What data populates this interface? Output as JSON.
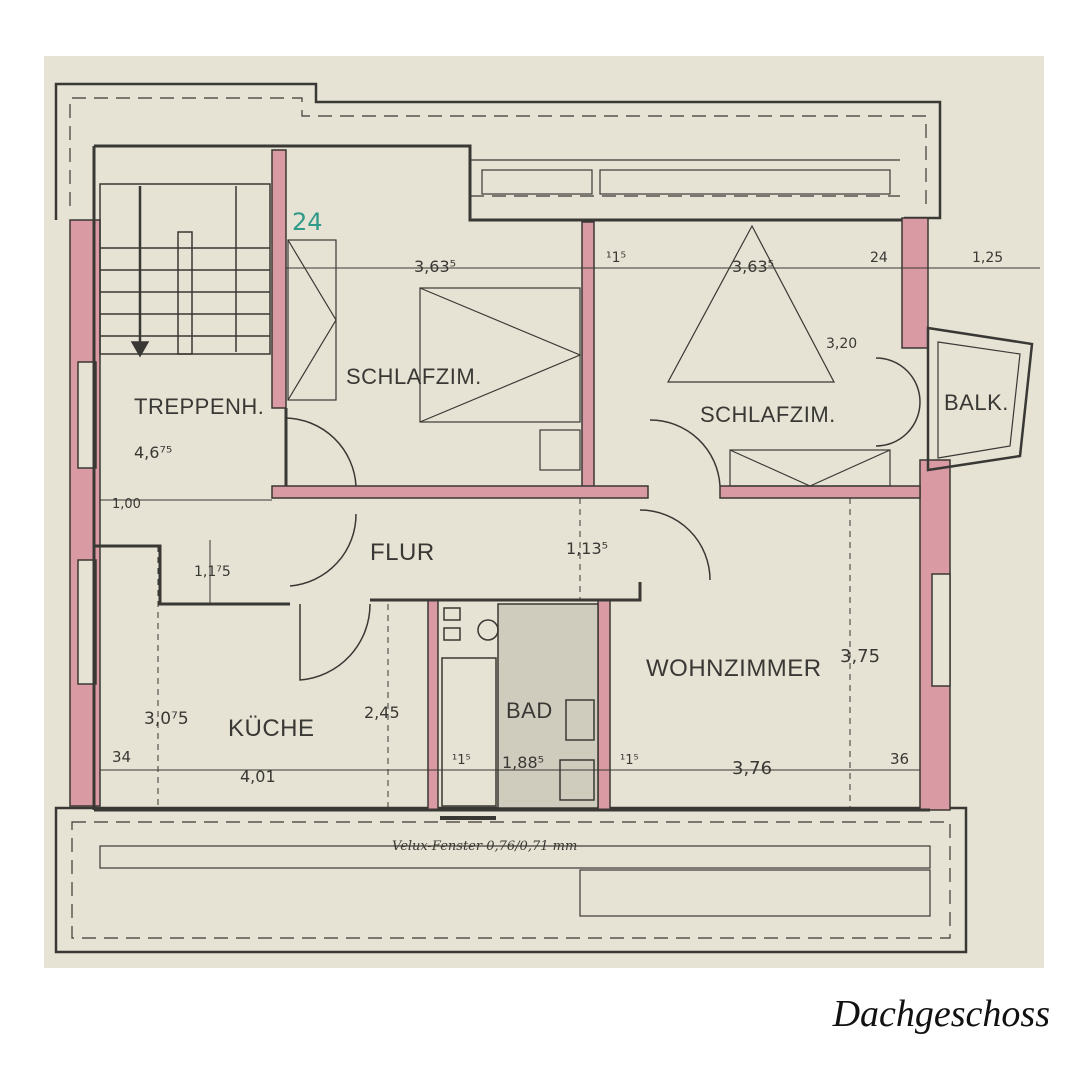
{
  "caption": "Dachgeschoss",
  "colors": {
    "paper": "#e6e3d4",
    "ink": "#3a3834",
    "wall": "#d99aa4",
    "annotation": "#2f9a88"
  },
  "rooms": {
    "treppenhaus": "TREPPENH.",
    "schlafzimmer_1": "SCHLAFZIM.",
    "schlafzimmer_2": "SCHLAFZIM.",
    "balkon": "BALK.",
    "flur": "FLUR",
    "wohnzimmer": "WOHNZIMMER",
    "kueche": "KÜCHE",
    "bad": "BAD"
  },
  "annotation": "24",
  "dimensions": {
    "schlaf1_width": "3,63⁵",
    "wall_a": "¹1⁵",
    "schlaf2_width": "3,63⁵",
    "wall_b": "24",
    "balk_depth": "1,25",
    "balk_width": "3,20",
    "treppen_depth": "4,6⁷⁵",
    "treppen_small": "1,00",
    "treppen_step": "1,1⁷5",
    "flur_width": "1,13⁵",
    "wohn_depth": "3,75",
    "kueche_depth": "3,0⁷5",
    "flur_depth": "2,45",
    "wall_left": "34",
    "kueche_width": "4,01",
    "bad_wall_left": "¹1⁵",
    "bad_width": "1,88⁵",
    "bad_wall_right": "¹1⁵",
    "wohn_width": "3,76",
    "wall_right": "36"
  },
  "window_note": "Velux-Fenster 0,76/0,71 mm"
}
